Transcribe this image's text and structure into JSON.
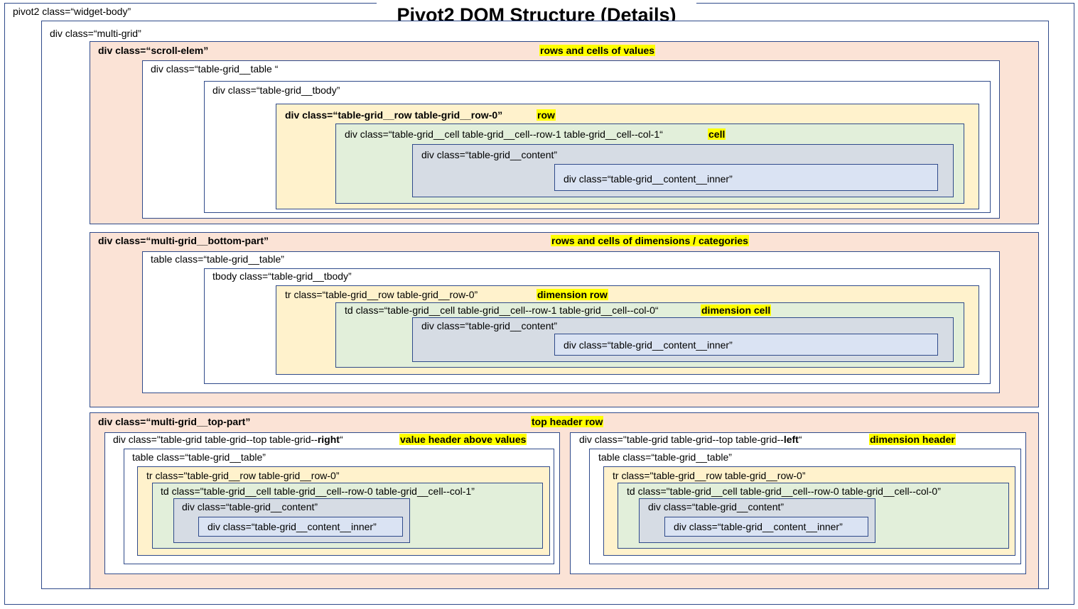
{
  "title": "Pivot2 DOM Structure (Details)",
  "outer": {
    "label": "pivot2 class=“widget-body”"
  },
  "multigrid": {
    "label": "div class=“multi-grid”"
  },
  "scroll": {
    "label": "div class=“scroll-elem”",
    "note": "rows and cells of values",
    "table": "div class=“table-grid__table “",
    "tbody": "div class=“table-grid__tbody”",
    "row": "div class=“table-grid__row  table-grid__row-0”",
    "row_note": "row",
    "cell": "div class=“table-grid__cell table-grid__cell--row-1 table-grid__cell--col-1“",
    "cell_note": "cell",
    "content": "div class=“table-grid__content”",
    "inner": "div class=“table-grid__content__inner”"
  },
  "bottom": {
    "label": "div class=“multi-grid__bottom-part”",
    "note": "rows and cells of dimensions / categories",
    "table": "table class=“table-grid__table”",
    "tbody": "tbody class=“table-grid__tbody”",
    "row": "tr class=“table-grid__row  table-grid__row-0”",
    "row_note": "dimension row",
    "cell": "td class=“table-grid__cell  table-grid__cell--row-1  table-grid__cell--col-0“",
    "cell_note": "dimension cell",
    "content": "div class=“table-grid__content”",
    "inner": "div class=“table-grid__content__inner”"
  },
  "top": {
    "label": "div class=“multi-grid__top-part”",
    "note": "top header row",
    "right": {
      "grid_prefix": "div class=\"table-grid table-grid--top table-grid--",
      "grid_bold": "right",
      "grid_suffix": "“",
      "note": "value header above values",
      "table": "table class=“table-grid__table”",
      "row": "tr class=\"table-grid__row table-grid__row-0”",
      "cell": "td class=\"table-grid__cell table-grid__cell--row-0 table-grid__cell--col-1”",
      "content": "div class=“table-grid__content”",
      "inner": "div class=“table-grid__content__inner”"
    },
    "left": {
      "grid_prefix": "div class=\"table-grid table-grid--top table-grid--",
      "grid_bold": "left",
      "grid_suffix": "“",
      "note": "dimension header",
      "table": "table class=“table-grid__table”",
      "row": "tr class=\"table-grid__row table-grid__row-0”",
      "cell": "td class=\"table-grid__cell table-grid__cell--row-0 table-grid__cell--col-0”",
      "content": "div class=“table-grid__content”",
      "inner": "div class=“table-grid__content__inner”"
    }
  }
}
